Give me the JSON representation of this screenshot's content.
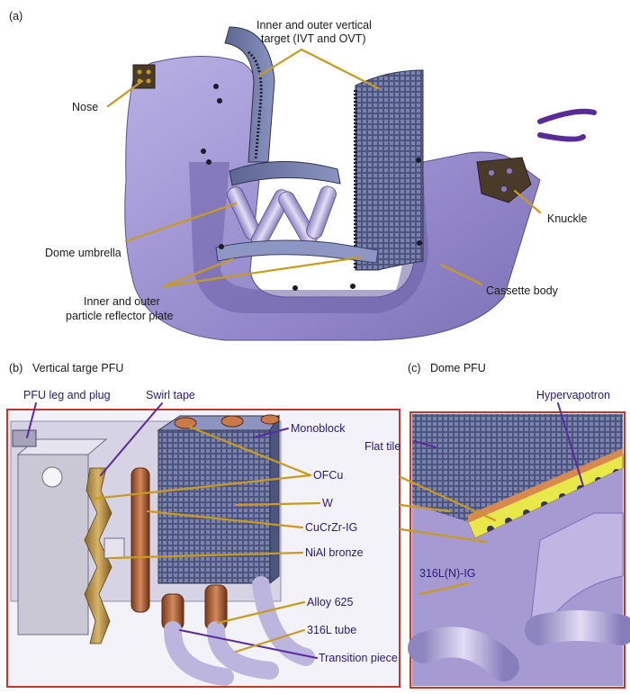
{
  "panel_a": {
    "tag": "(a)",
    "labels": {
      "nose": "Nose",
      "targets_1": "Inner and outer vertical",
      "targets_2": "target (IVT and OVT)",
      "dome": "Dome  umbrella",
      "reflector_1": "Inner and outer",
      "reflector_2": "particle reflector plate",
      "knuckle": "Knuckle",
      "cassette": "Cassette body"
    }
  },
  "panel_b": {
    "tag": "(b)",
    "title": "Vertical targe PFU",
    "labels": {
      "leg": "PFU leg and plug",
      "swirl": "Swirl tape",
      "monoblock": "Monoblock",
      "ofcu": "OFCu",
      "w": "W",
      "cucrzr": "CuCrZr-IG",
      "nial": "NiAl bronze",
      "alloy": "Alloy 625",
      "tube": "316L tube",
      "transition": "Transition piece"
    }
  },
  "panel_c": {
    "tag": "(c)",
    "title": "Dome PFU",
    "labels": {
      "hypervapotron": "Hypervapotron",
      "flat_tile": "Flat tile",
      "steel": "316L(N)-IG"
    }
  },
  "colors": {
    "leader_gold": "#c89a1e",
    "leader_purple": "#5a2aa0",
    "frame_red": "#c0392b",
    "body_lavender": "#9c8fd0",
    "tile_blue": "#6f78a8",
    "copper": "#c87a4a",
    "yellow_layer": "#e8e84a"
  }
}
